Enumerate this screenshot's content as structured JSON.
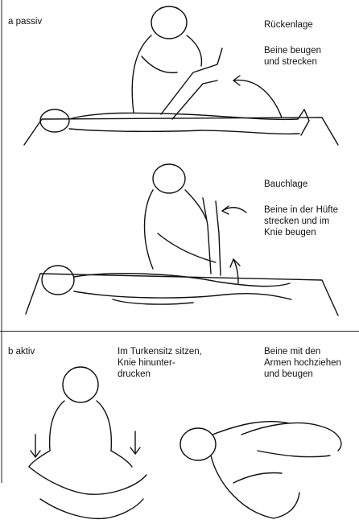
{
  "section_a": {
    "label": "a  passiv",
    "panel1": {
      "title": "Rückenlage",
      "instruction": "Beine beugen\nund strecken"
    },
    "panel2": {
      "title": "Bauchlage",
      "instruction": "Beine in der Hüfte\nstrecken und im\nKnie beugen"
    }
  },
  "section_b": {
    "label": "b  aktiv",
    "panel3": {
      "instruction": "Im Turkensitz sitzen,\nKnie hinunter-\ndrucken"
    },
    "panel4": {
      "instruction": "Beine mit den\nArmen hochziehen\nund beugen"
    }
  }
}
